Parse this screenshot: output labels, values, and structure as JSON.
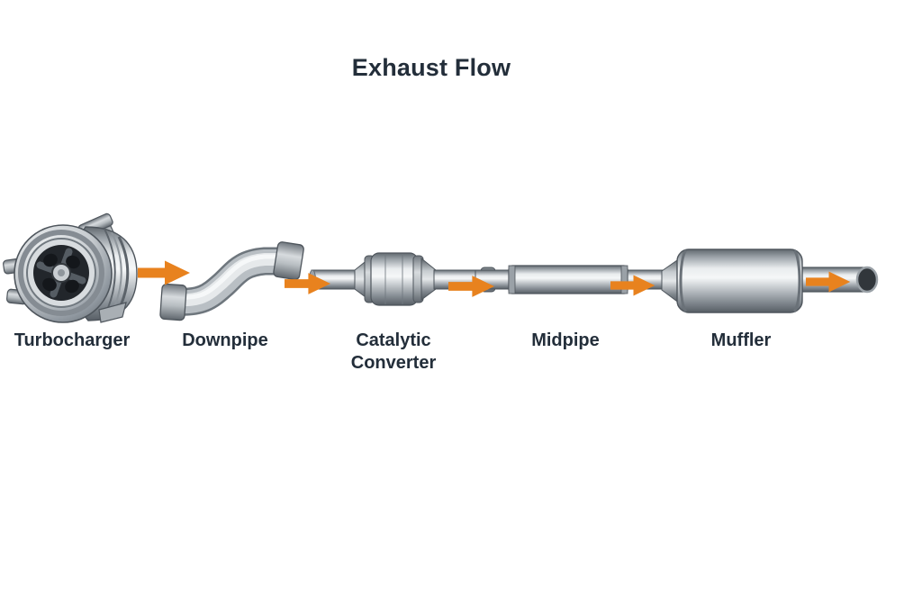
{
  "title": "Exhaust Flow",
  "flow": {
    "direction": "left-to-right",
    "arrow_count": 5,
    "components": [
      {
        "label": "Turbocharger",
        "icon": "turbocharger-illustration"
      },
      {
        "label": "Downpipe",
        "icon": "s-bend-pipe-illustration"
      },
      {
        "label": "Catalytic Converter",
        "icon": "catalytic-converter-illustration"
      },
      {
        "label": "Midpipe",
        "icon": "straight-pipe-illustration"
      },
      {
        "label": "Muffler",
        "icon": "muffler-with-tailpipe-illustration"
      }
    ]
  },
  "colors": {
    "background": "#FFFFFF",
    "arrow": "#E8821E",
    "label_text": "#232E3A",
    "metal_light": "#F5F7F8",
    "metal_dark": "#575E65"
  }
}
